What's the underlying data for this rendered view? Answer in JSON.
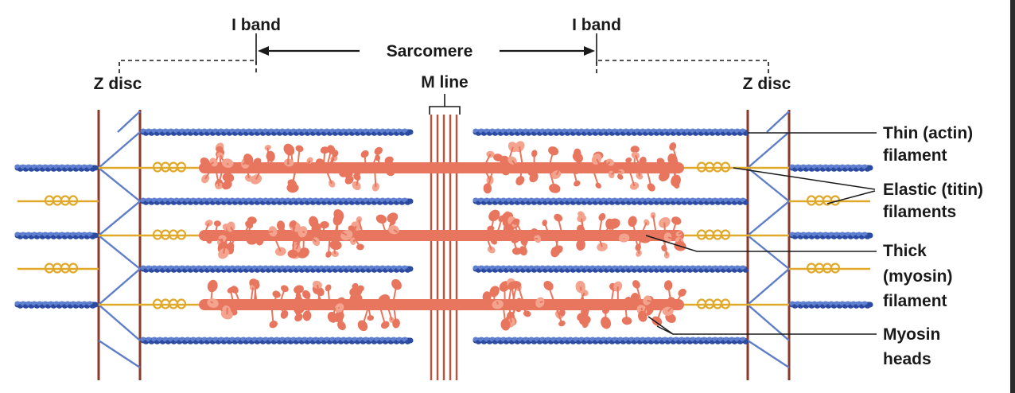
{
  "labels": {
    "i_band_left": "I band",
    "i_band_right": "I band",
    "sarcomere": "Sarcomere",
    "z_disc_left": "Z disc",
    "z_disc_right": "Z disc",
    "m_line": "M line",
    "thin_1": "Thin (actin)",
    "thin_2": "filament",
    "elastic_1": "Elastic (titin)",
    "elastic_2": "filaments",
    "thick_1": "Thick",
    "thick_2": "(myosin)",
    "thick_3": "filament",
    "heads_1": "Myosin",
    "heads_2": "heads"
  },
  "colors": {
    "actin": "#2b4aa0",
    "actin_light": "#5f7fd0",
    "titin": "#e0a92a",
    "myosin": "#e8765e",
    "myosin_light": "#f4a48e",
    "z_disc": "#8a3a2a",
    "z_cross": "#5e7ec8",
    "m_line": "#c0513a",
    "ink": "#1a1a1a"
  }
}
